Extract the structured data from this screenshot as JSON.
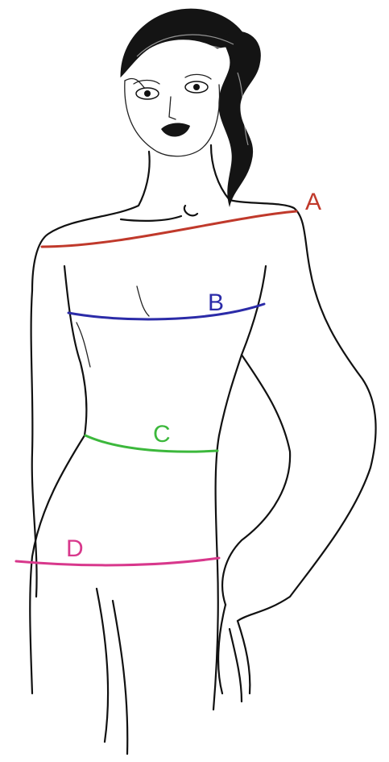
{
  "measurements": [
    {
      "label": "A",
      "color": "#c0392b"
    },
    {
      "label": "B",
      "color": "#2b2ba8"
    },
    {
      "label": "C",
      "color": "#3cb83c"
    },
    {
      "label": "D",
      "color": "#d8388c"
    }
  ]
}
